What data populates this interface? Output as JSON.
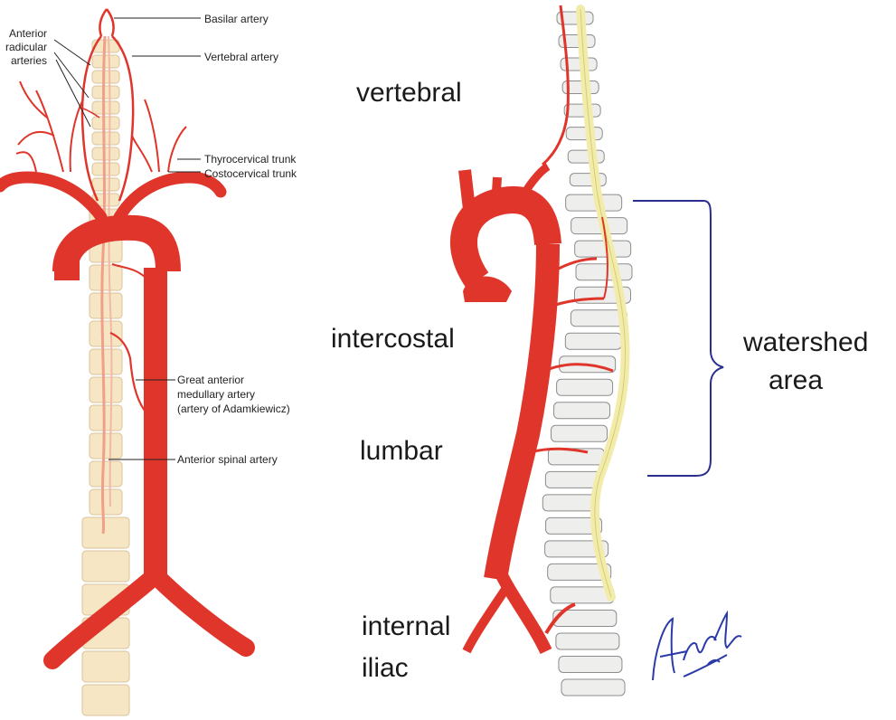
{
  "left_diagram": {
    "labels": {
      "basilar": "Basilar artery",
      "anterior_radicular": [
        "Anterior",
        "radicular",
        "arteries"
      ],
      "vertebral": "Vertebral artery",
      "thyrocervical": "Thyrocervical trunk",
      "costocervical": "Costocervical trunk",
      "adamkiewicz": [
        "Great anterior",
        "medullary artery",
        "(artery of Adamkiewicz)"
      ],
      "anterior_spinal": "Anterior spinal artery"
    }
  },
  "right_diagram": {
    "labels": {
      "vertebral": "vertebral",
      "intercostal": "intercostal",
      "lumbar": "lumbar",
      "internal_iliac": [
        "internal",
        "iliac"
      ],
      "watershed": [
        "watershed",
        "area"
      ]
    },
    "signature": "AW Low md"
  },
  "colors": {
    "artery": "#e0352b",
    "artery_dark": "#b51f17",
    "vertebra_left": "#f6e6c4",
    "vertebra_stroke": "#d9c39a",
    "cord": "#f4efb0",
    "bracket": "#2a2f8f",
    "signature": "#2b3aa8"
  }
}
